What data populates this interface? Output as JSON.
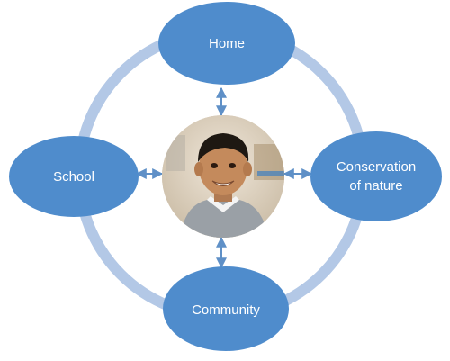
{
  "diagram": {
    "nodes": {
      "home": {
        "label": "Home"
      },
      "school": {
        "label": "School"
      },
      "conservation": {
        "label_line1": "Conservation",
        "label_line2": "of nature"
      },
      "community": {
        "label": "Community"
      }
    },
    "center": {
      "subject": "smiling-child-photo"
    },
    "colors": {
      "node_fill": "#4f8ccc",
      "ring": "#b3c8e6",
      "arrow": "#5f90c7"
    }
  }
}
